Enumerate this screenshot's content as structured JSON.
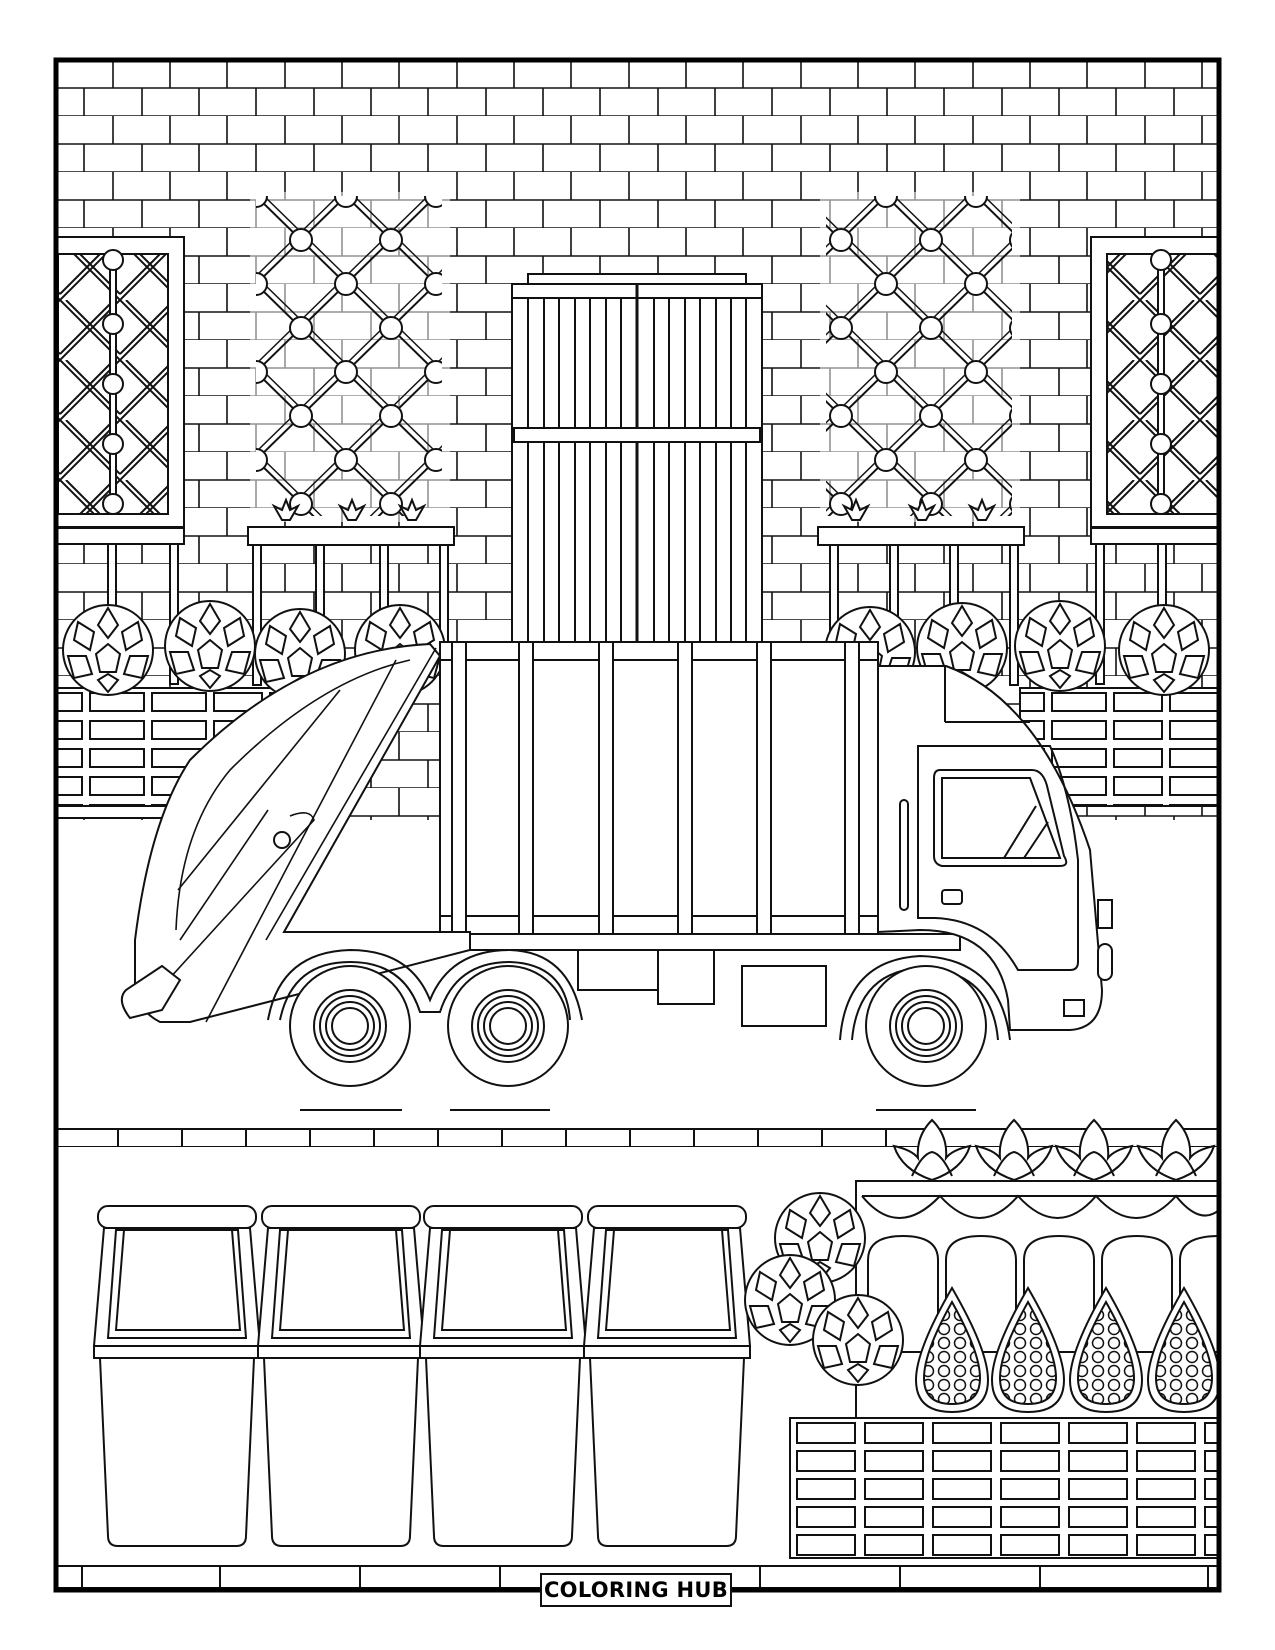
{
  "page": {
    "type": "coloring-page",
    "subject": "garbage truck on a city street",
    "background": "#ffffff",
    "line_color": "#111111"
  },
  "footer": {
    "brand_label": "COLORING HUB"
  },
  "scene": {
    "elements": [
      {
        "name": "brick-wall",
        "description": "brick building wall background"
      },
      {
        "name": "double-door",
        "description": "tall slatted double door in the center"
      },
      {
        "name": "flower-trellis-left",
        "description": "lattice trellis with vine flowers"
      },
      {
        "name": "flower-trellis-right",
        "description": "lattice trellis with vine flowers"
      },
      {
        "name": "side-trellis-left",
        "description": "narrow lattice panel at left edge"
      },
      {
        "name": "side-trellis-right",
        "description": "narrow lattice panel at right edge"
      },
      {
        "name": "hedge-wall",
        "description": "low brick wall topped with round shrubs"
      },
      {
        "name": "garbage-truck",
        "description": "rear-loader garbage truck with cab, 3 wheels"
      },
      {
        "name": "curb",
        "description": "brick curb strip between road and sidewalk"
      },
      {
        "name": "trash-bins",
        "count": 4,
        "description": "four lidded trash bins on sidewalk"
      },
      {
        "name": "planter-box",
        "description": "arched planter with succulents and teardrop topiaries"
      }
    ]
  }
}
